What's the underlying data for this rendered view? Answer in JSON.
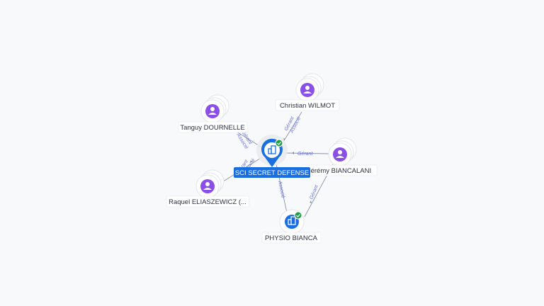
{
  "nodes": {
    "center": {
      "label": "SCI SECRET DEFENSE",
      "icon": "building-icon",
      "verified": true
    },
    "christian": {
      "label": "Christian WILMOT",
      "icon": "person-icon"
    },
    "tanguy": {
      "label": "Tanguy DOURNELLE",
      "icon": "person-icon"
    },
    "jeremy": {
      "label": "Jérémy BIANCALANI",
      "icon": "person-icon"
    },
    "raquel": {
      "label": "Raquel ELIASZEWICZ (...",
      "icon": "person-icon"
    },
    "physio": {
      "label": "PHYSIO BIANCA",
      "icon": "building-icon",
      "verified": true
    }
  },
  "edges": {
    "christian_center": [
      "Gérant",
      "Associé"
    ],
    "tanguy_center": [
      "Gérant",
      "Associé"
    ],
    "jeremy_center": [
      "Gérant"
    ],
    "raquel_center": [
      "Gérant",
      "Associé"
    ],
    "center_physio": [
      "Associé"
    ],
    "jeremy_physio": [
      "Gérant"
    ]
  },
  "colors": {
    "accent": "#1a6fe0",
    "person": "#8a4fe6",
    "verified": "#1f9e46",
    "edge_label": "#6a72d8"
  }
}
